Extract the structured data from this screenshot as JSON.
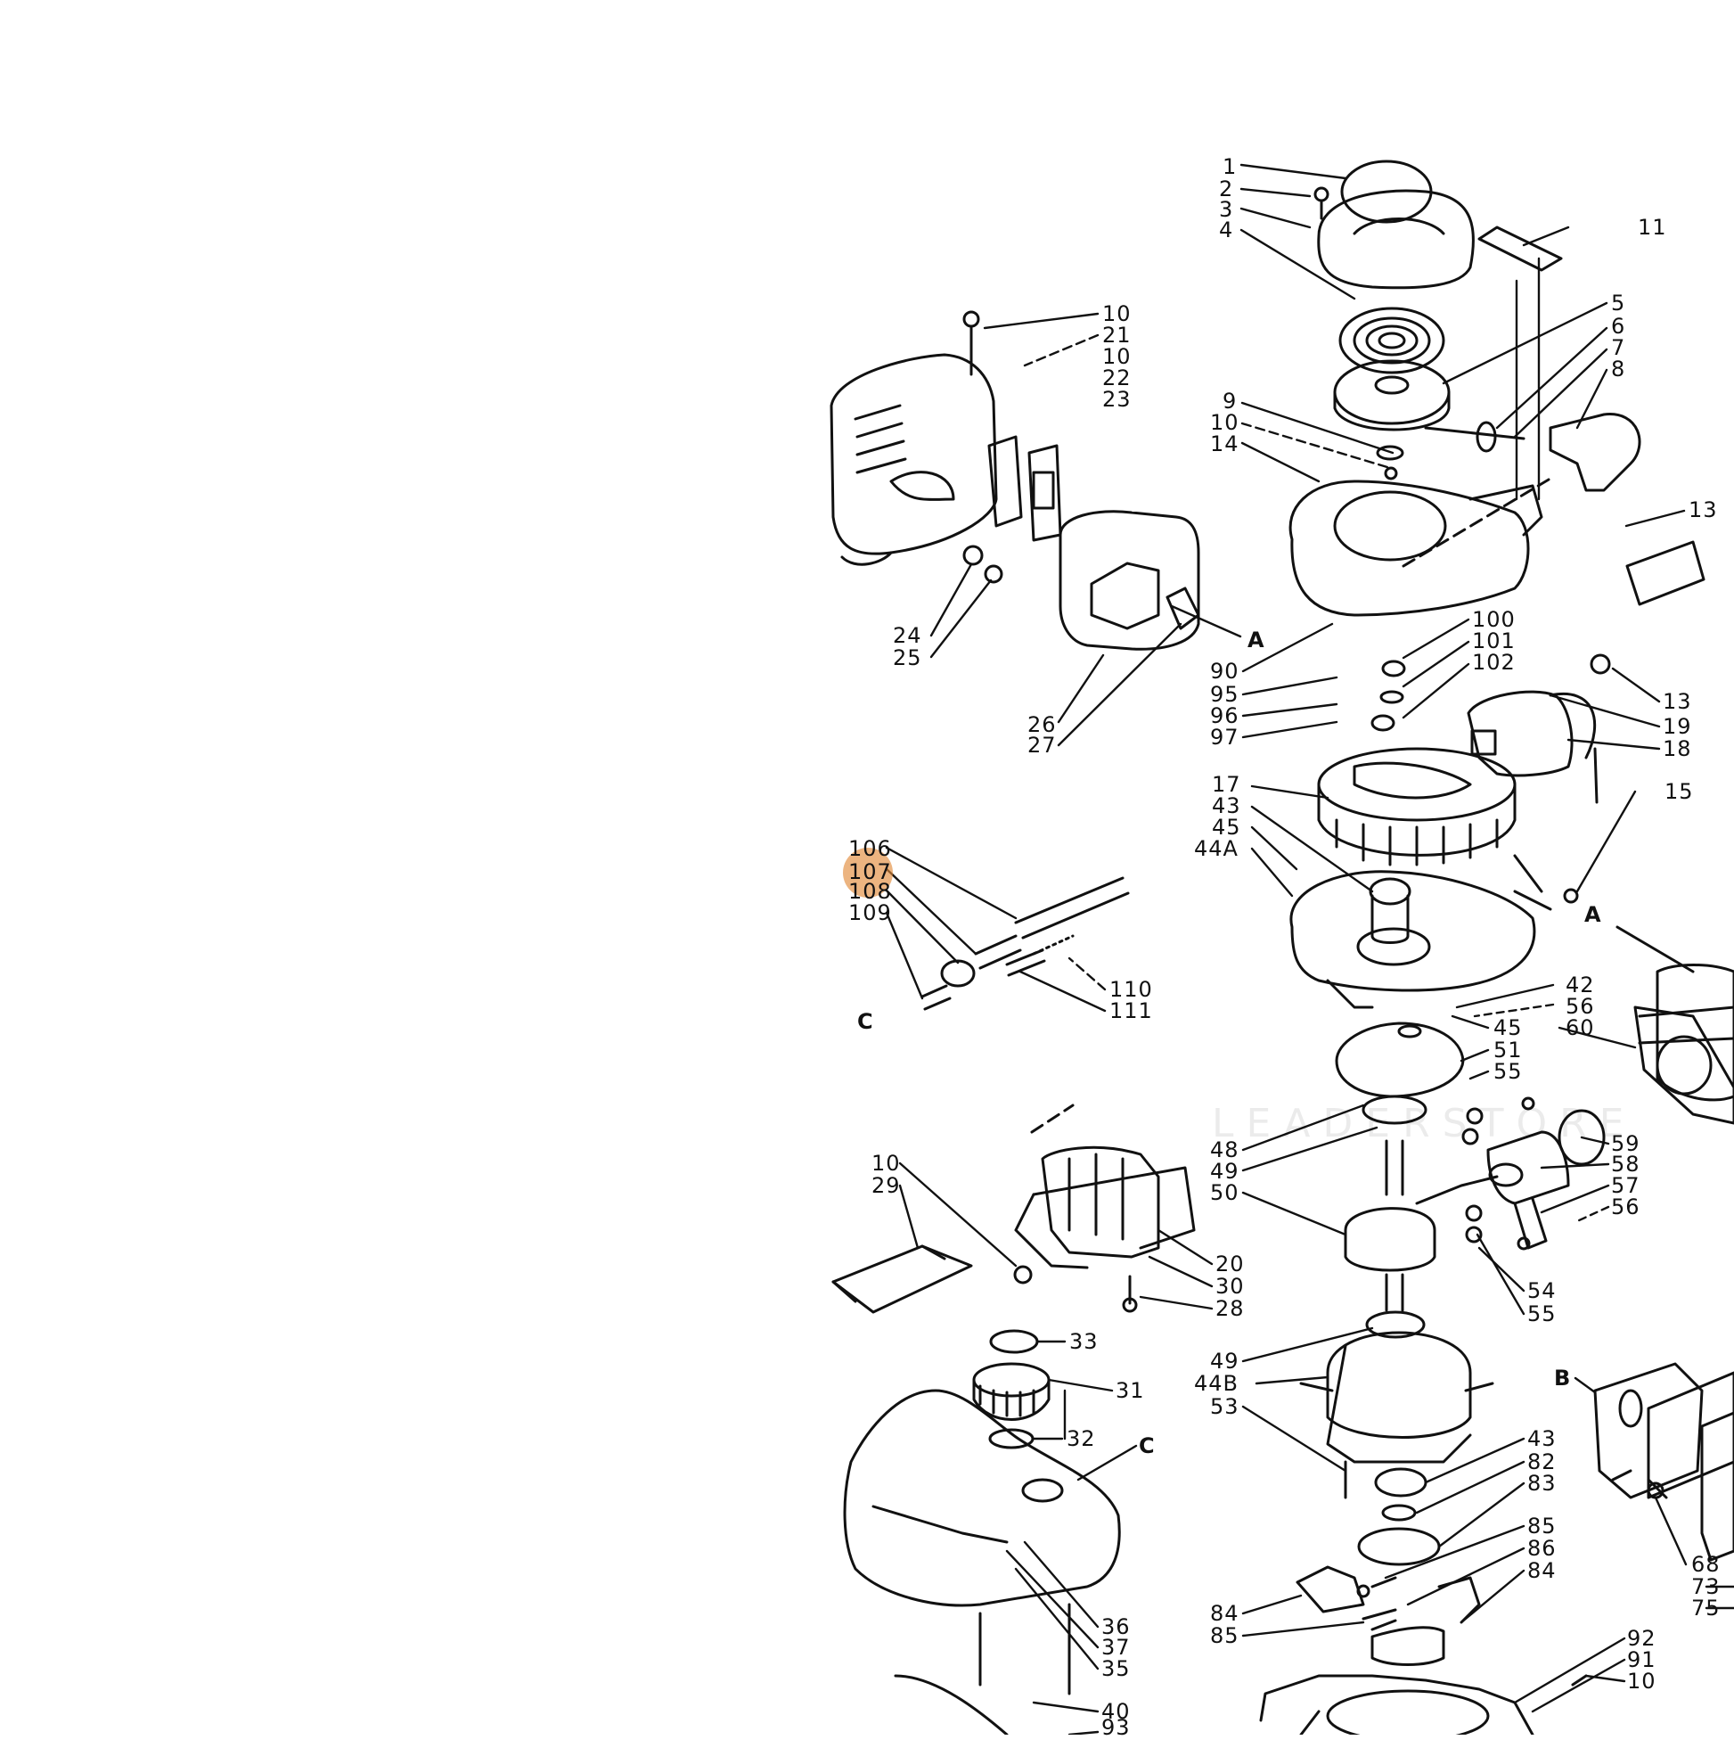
{
  "labels": {
    "l1": "1",
    "l2": "2",
    "l3": "3",
    "l4": "4",
    "l11": "11",
    "l5": "5",
    "l6": "6",
    "l7": "7",
    "l8": "8",
    "l9": "9",
    "l10a": "10",
    "l14": "14",
    "l13a": "13",
    "l10b": "10",
    "l21": "21",
    "l10c": "10",
    "l22": "22",
    "l23": "23",
    "l24": "24",
    "l25": "25",
    "l26": "26",
    "l27": "27",
    "lA1": "A",
    "l100": "100",
    "l101": "101",
    "l102": "102",
    "l90": "90",
    "l95": "95",
    "l96": "96",
    "l97": "97",
    "l13b": "13",
    "l19": "19",
    "l18": "18",
    "l17": "17",
    "l43a": "43",
    "l45a": "45",
    "l44A": "44A",
    "l15": "15",
    "lA2": "A",
    "l106": "106",
    "l107": "107",
    "l108": "108",
    "l109": "109",
    "lC1": "C",
    "l110": "110",
    "l111": "111",
    "l42": "42",
    "l56a": "56",
    "l60": "60",
    "l45b": "45",
    "l51": "51",
    "l55a": "55",
    "l48": "48",
    "l49a": "49",
    "l50": "50",
    "l59": "59",
    "l58": "58",
    "l57": "57",
    "l56b": "56",
    "l10d": "10",
    "l29": "29",
    "l20": "20",
    "l30": "30",
    "l28": "28",
    "l54": "54",
    "l55b": "55",
    "l49b": "49",
    "l44B": "44B",
    "l53": "53",
    "lB": "B",
    "l33": "33",
    "l31": "31",
    "l32": "32",
    "lC2": "C",
    "l43b": "43",
    "l82": "82",
    "l83": "83",
    "l85a": "85",
    "l86": "86",
    "l84a": "84",
    "l84b": "84",
    "l85b": "85",
    "l68": "68",
    "l73": "73",
    "l75": "75",
    "l92": "92",
    "l91": "91",
    "l10e": "10",
    "l36": "36",
    "l37": "37",
    "l35": "35",
    "l40": "40",
    "l93": "93"
  },
  "highlight": {
    "label": "107",
    "color": "#e28c3c"
  },
  "watermark": "LEADERSTORE"
}
